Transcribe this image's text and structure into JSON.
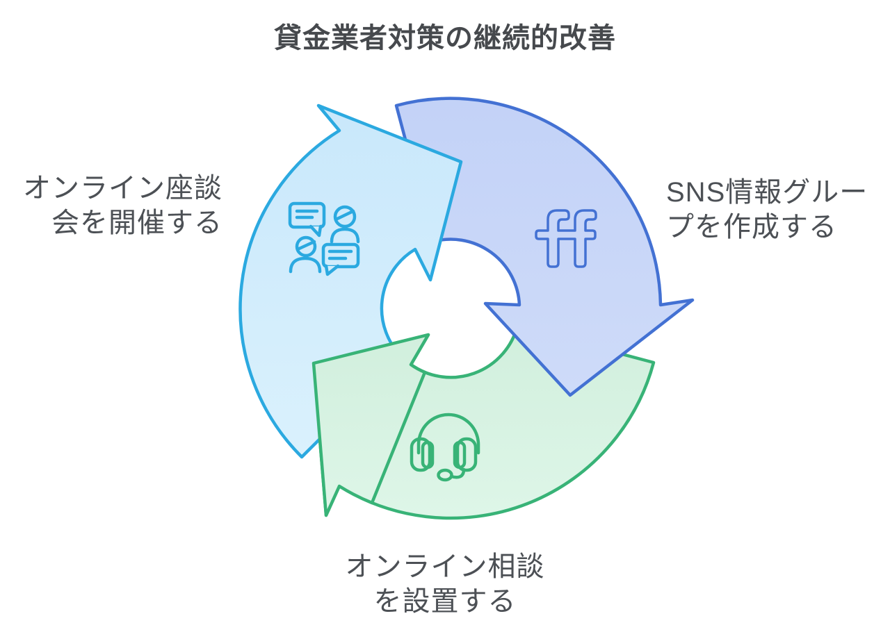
{
  "title": "貸金業者対策の継続的改善",
  "diagram": {
    "type": "cycle",
    "direction": "clockwise",
    "steps": [
      {
        "id": "online-roundtable",
        "line1": "オンライン座談",
        "line2": "会を開催する",
        "full_label": "オンライン座談会を開催する",
        "icon": "discussion-icon",
        "stroke_color": "#2BA9E0",
        "fill_color": "#D3EDFB"
      },
      {
        "id": "sns-info-group",
        "line1": "SNS情報グルー",
        "line2": "プを作成する",
        "full_label": "SNS情報グループを作成する",
        "icon": "ff-logo-icon",
        "icon_text": "ff",
        "stroke_color": "#4371D3",
        "fill_color": "#C9D7F7"
      },
      {
        "id": "online-consultation",
        "line1": "オンライン相談",
        "line2": "を設置する",
        "full_label": "オンライン相談を設置する",
        "icon": "headset-icon",
        "stroke_color": "#38B377",
        "fill_color": "#D8F2E2"
      }
    ]
  }
}
